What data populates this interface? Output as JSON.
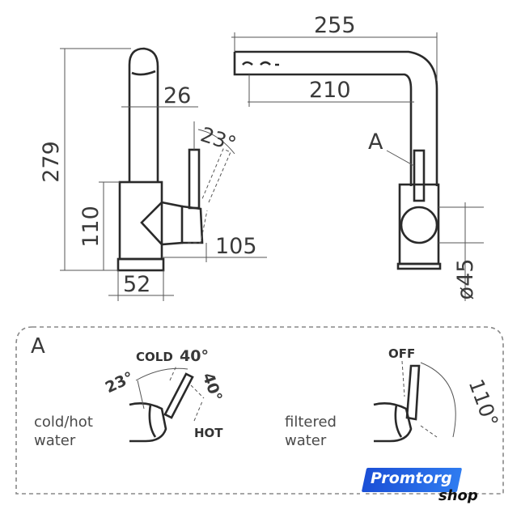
{
  "dimensions": {
    "width_total": "255",
    "spout_reach": "210",
    "height": "279",
    "handle_offset": "26",
    "body_height": "110",
    "base_width": "52",
    "handle_reach": "105",
    "base_diameter": "ø45",
    "handle_tilt": "23°"
  },
  "callout": "A",
  "detail": {
    "section_label": "A",
    "left_caption_line1": "cold/hot",
    "left_caption_line2": "water",
    "cold_label": "COLD",
    "hot_label": "HOT",
    "angle_cold": "40°",
    "angle_hot": "40°",
    "angle_tilt": "23°",
    "right_caption_line1": "filtered",
    "right_caption_line2": "water",
    "off_label": "OFF",
    "angle_filter": "110°"
  },
  "logo": {
    "primary": "Promtorg",
    "secondary": "shop"
  },
  "colors": {
    "line": "#2a2a2a",
    "text": "#3a3a3a",
    "logo_blue": "#1b4fd6"
  }
}
